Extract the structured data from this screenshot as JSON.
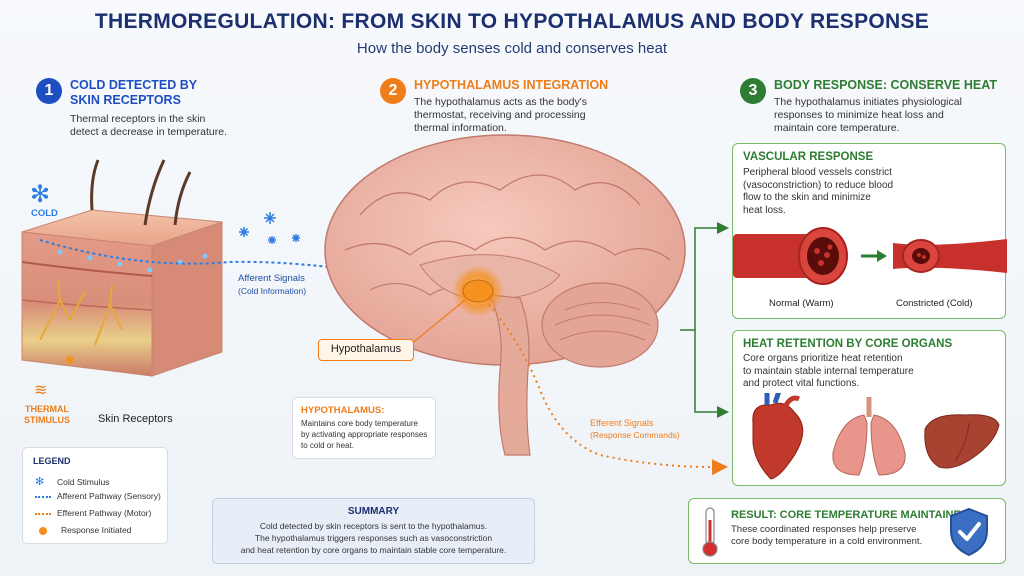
{
  "title": "THERMOREGULATION: FROM SKIN TO HYPOTHALAMUS AND BODY RESPONSE",
  "subtitle": "How the body senses cold and conserves heat",
  "steps": [
    {
      "num": "1",
      "title_l1": "COLD DETECTED BY",
      "title_l2": "SKIN RECEPTORS",
      "desc_l1": "Thermal receptors in the skin",
      "desc_l2": "detect a decrease in temperature.",
      "desc_l3": "",
      "color": "#1e4fc2"
    },
    {
      "num": "2",
      "title_l1": "HYPOTHALAMUS INTEGRATION",
      "title_l2": "",
      "desc_l1": "The hypothalamus acts as the body's",
      "desc_l2": "thermostat, receiving and processing",
      "desc_l3": "thermal information.",
      "color": "#ee7d1a"
    },
    {
      "num": "3",
      "title_l1": "BODY RESPONSE: CONSERVE HEAT",
      "title_l2": "",
      "desc_l1": "The hypothalamus initiates physiological",
      "desc_l2": "responses to minimize heat loss and",
      "desc_l3": "maintain core temperature.",
      "color": "#2e7d32"
    }
  ],
  "skin": {
    "cold_label": "COLD",
    "thermal_l1": "THERMAL",
    "thermal_l2": "STIMULUS",
    "receptors_label": "Skin Receptors",
    "afferent_l1": "Afferent Signals",
    "afferent_l2": "(Cold Information)"
  },
  "brain": {
    "hypothalamus_label": "Hypothalamus",
    "efferent_l1": "Efferent Signals",
    "efferent_l2": "(Response Commands)"
  },
  "hypo_callout": {
    "title": "HYPOTHALAMUS:",
    "l1": "Maintains core body temperature",
    "l2": "by activating appropriate responses",
    "l3": "to cold or heat."
  },
  "legend": {
    "title": "LEGEND",
    "items": [
      "Cold Stimulus",
      "Afferent Pathway (Sensory)",
      "Efferent Pathway (Motor)",
      "Response Initiated"
    ]
  },
  "summary": {
    "title": "SUMMARY",
    "l1": "Cold detected by skin receptors is sent to the hypothalamus.",
    "l2": "The hypothalamus triggers responses such as vasoconstriction",
    "l3": "and heat retention by core organs to maintain stable core temperature."
  },
  "vascular": {
    "title": "VASCULAR RESPONSE",
    "l1": "Peripheral blood vessels constrict",
    "l2": "(vasoconstriction) to reduce blood",
    "l3": "flow to the skin and minimize",
    "l4": "heat loss.",
    "normal_label": "Normal (Warm)",
    "constricted_label": "Constricted (Cold)"
  },
  "heat": {
    "title": "HEAT RETENTION BY CORE ORGANS",
    "l1": "Core organs prioritize heat retention",
    "l2": "to maintain stable internal temperature",
    "l3": "and protect vital functions."
  },
  "result": {
    "title": "RESULT: CORE TEMPERATURE MAINTAINED",
    "l1": "These coordinated responses help preserve",
    "l2": "core body temperature in a cold environment."
  },
  "colors": {
    "blue": "#1e4fc2",
    "orange": "#ee7d1a",
    "green": "#2e7d32",
    "navy": "#1c2f6e"
  },
  "icons": [
    "snowflake-icon",
    "heat-waves-icon",
    "thermometer-icon",
    "shield-check-icon",
    "arrow-icon"
  ]
}
